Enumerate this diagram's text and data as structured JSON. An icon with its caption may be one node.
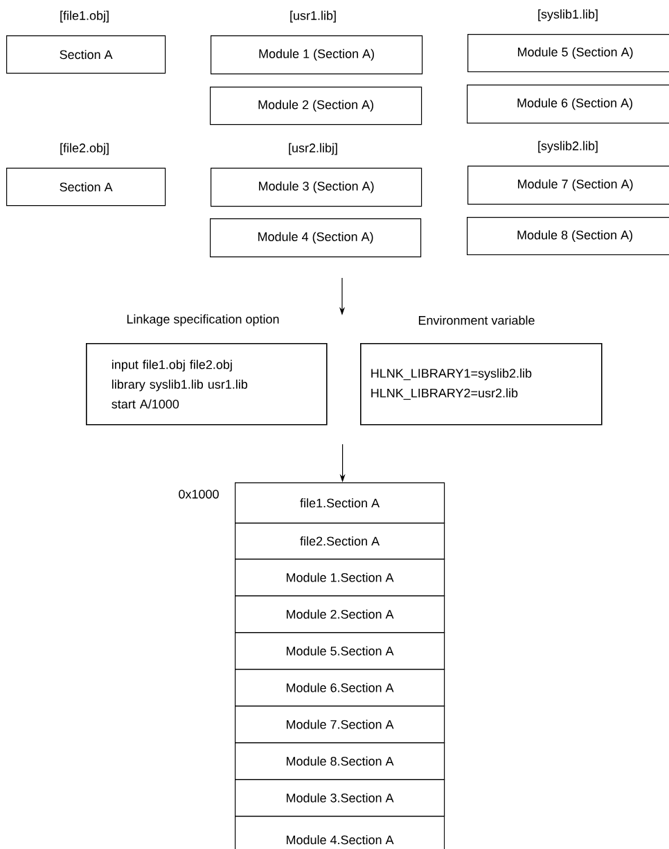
{
  "diagram": {
    "nodes": [
      {
        "text": [
          "[file1.obj]",
          "Section A"
        ]
      },
      {
        "text": [
          "Module 1 (Section A)"
        ]
      },
      {
        "text": [
          "Module 2 (Section A)"
        ]
      },
      {
        "text": [
          "Module 5 (Section A)"
        ]
      },
      {
        "text": [
          "Module 6 (Section A)"
        ]
      },
      {
        "text": [
          "[file2.obj]",
          "Section A"
        ]
      },
      {
        "text": [
          "Module 3 (Section A)"
        ]
      },
      {
        "text": [
          "Module 4 (Section A)"
        ]
      },
      {
        "text": [
          "Module 7 (Section A)"
        ]
      },
      {
        "text": [
          "Module 8 (Section A)"
        ]
      },
      {
        "text": [
          "Linkage specification option",
          "input file1.obj file2.obj",
          "library syslib1.lib usr1.lib",
          "start A/1000"
        ]
      },
      {
        "text": [
          "Environment variable",
          "HLNK_LIBRARY1=syslib2.lib",
          "HLNK_LIBRARY2=usr2.lib"
        ]
      },
      {
        "text": [
          "file1.Section A"
        ]
      },
      {
        "text": [
          "file2.Section A"
        ]
      },
      {
        "text": [
          "Module 1.Section A"
        ]
      },
      {
        "text": [
          "Module 2.Section A"
        ]
      },
      {
        "text": [
          "Module 5.Section A"
        ]
      },
      {
        "text": [
          "Module 6.Section A"
        ]
      },
      {
        "text": [
          "Module 7.Section A"
        ]
      },
      {
        "text": [
          "Module 8.Section A"
        ]
      },
      {
        "text": [
          "Module 3.Section A"
        ]
      },
      {
        "text": [
          "Module 4.Section A"
        ]
      }
    ],
    "edges": [
      {
        "from": null,
        "to": 12,
        "arrow": "to"
      }
    ],
    "labels": [
      "[usr1.lib]",
      "[syslib1.lib]",
      "[usr2.libj]",
      "[syslib2.lib]",
      "0x1000"
    ]
  }
}
